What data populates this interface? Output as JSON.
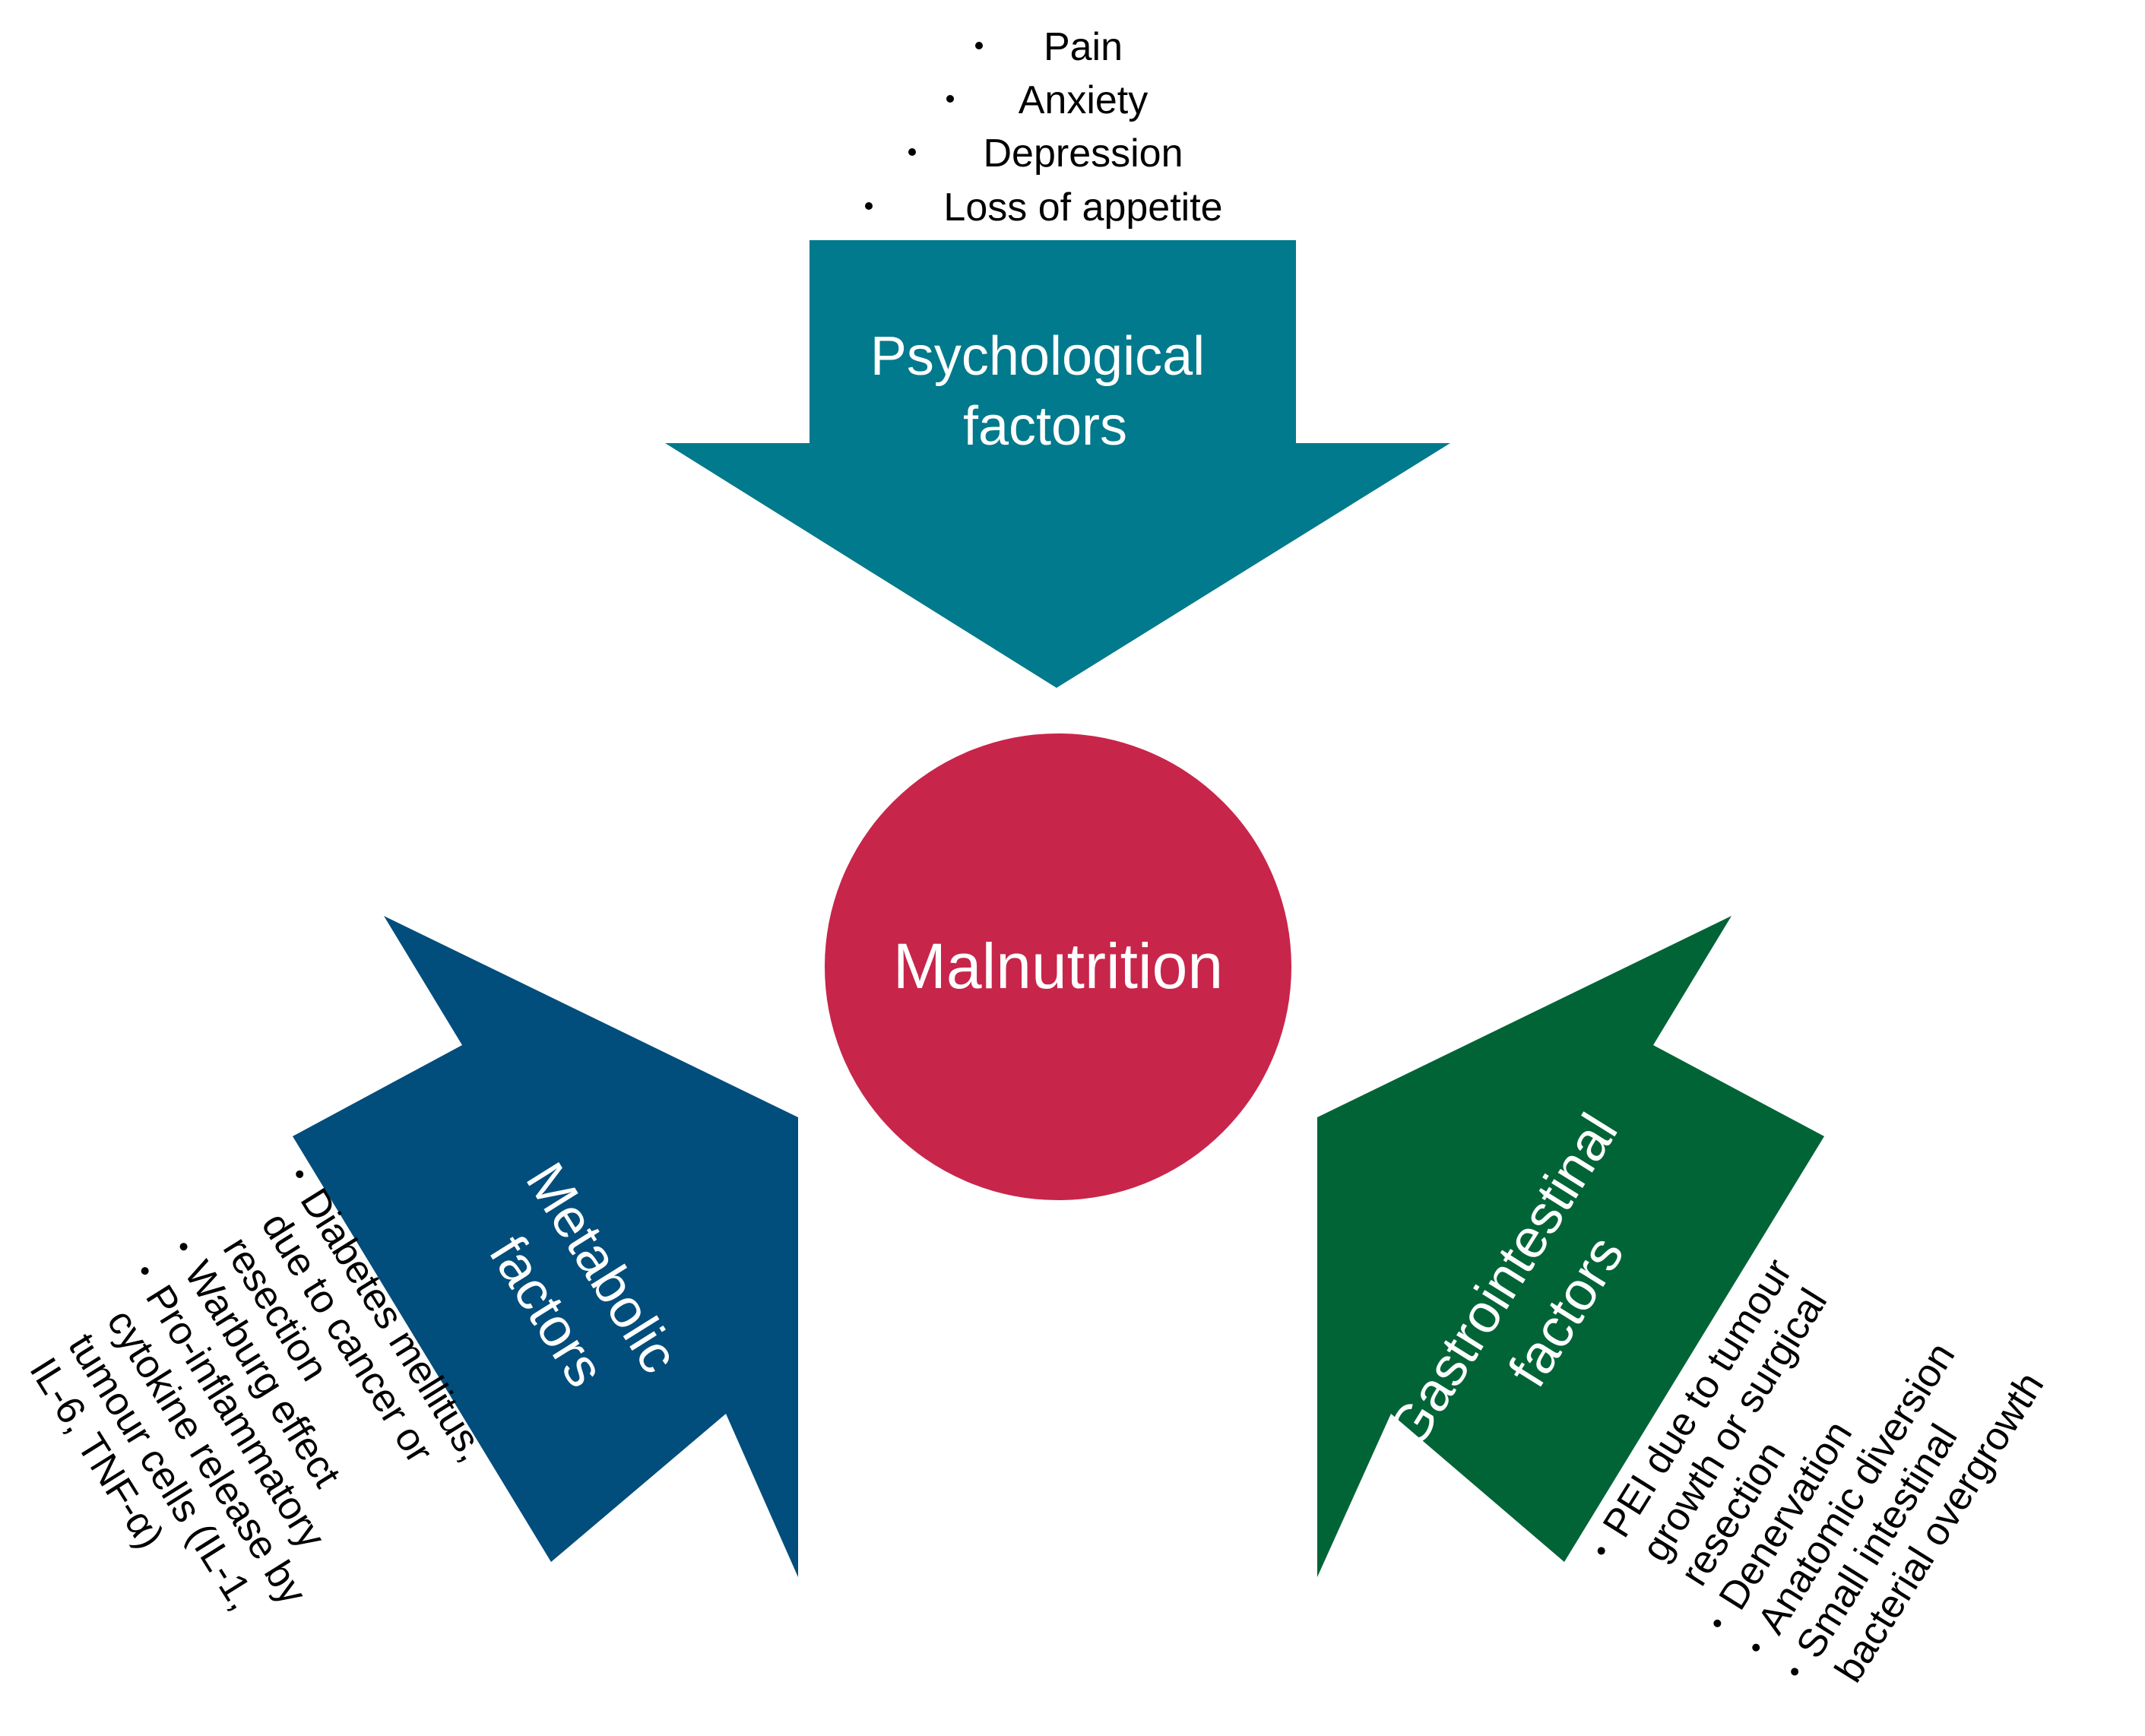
{
  "center": {
    "label": "Malnutrition",
    "color": "#c8254a"
  },
  "arrows": [
    {
      "key": "psychological",
      "color": "#007a8c",
      "label": [
        "Psychological",
        "factors"
      ],
      "items": [
        "Pain",
        "Anxiety",
        "Depression",
        "Loss of appetite"
      ]
    },
    {
      "key": "metabolic",
      "color": "#014d7c",
      "label": [
        "Metabolic",
        "factors"
      ],
      "items": [
        [
          "Diabetes mellitus,",
          "due to cancer or",
          "resection"
        ],
        [
          "Warburg effect"
        ],
        [
          "Pro-inflammatory",
          "cytokine release by",
          "tumour cells (IL-1,",
          "IL-6, TNF-α)"
        ]
      ]
    },
    {
      "key": "gastrointestinal",
      "color": "#006437",
      "label": [
        "Gastrointestinal",
        "factors"
      ],
      "items": [
        [
          "PEI due to tumour",
          "growth or surgical",
          "resection"
        ],
        [
          "Denervation"
        ],
        [
          "Anatomic diversion"
        ],
        [
          "Small intestinal",
          "bacterial overgrowth"
        ]
      ]
    }
  ]
}
